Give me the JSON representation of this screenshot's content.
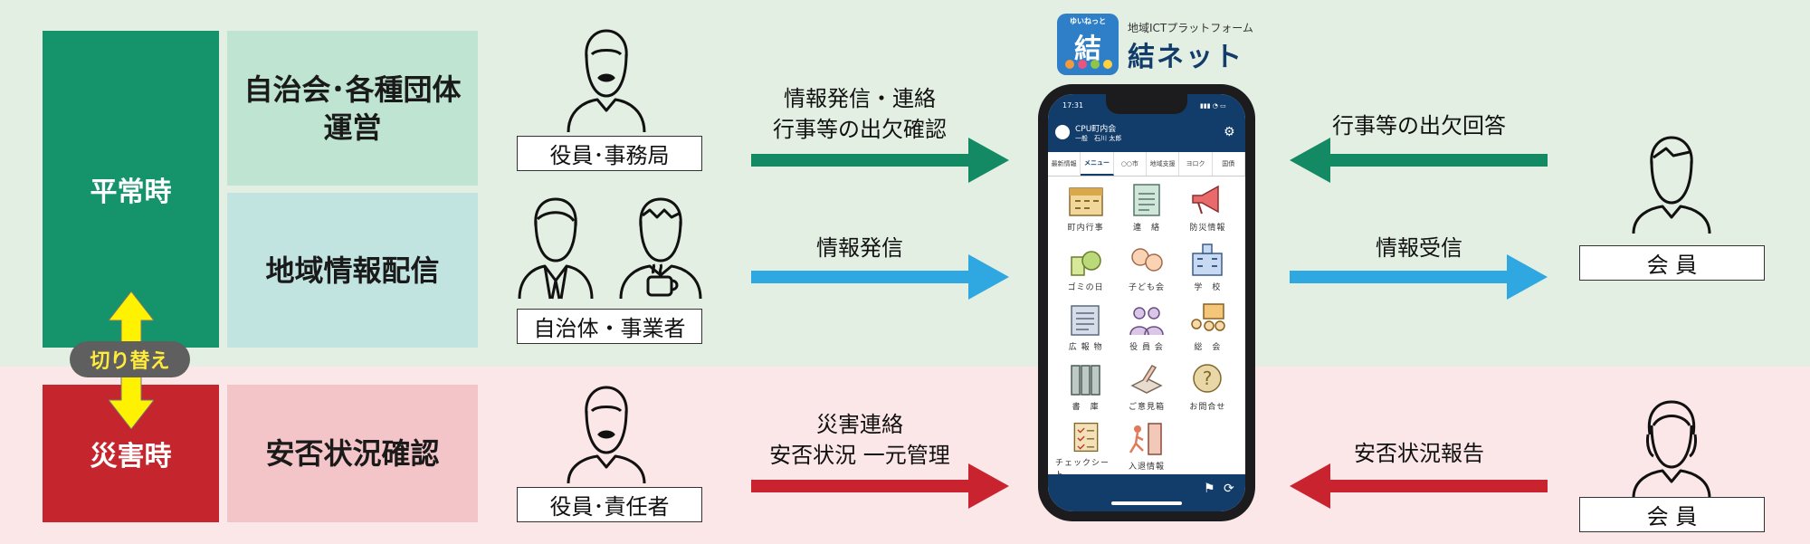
{
  "modes": {
    "normal": "平常時",
    "disaster": "災害時",
    "switch": "切り替え"
  },
  "functions": {
    "org_line1": "自治会･各種団体",
    "org_line2": "運営",
    "info_delivery": "地域情報配信",
    "safety_check": "安否状況確認"
  },
  "roles": {
    "officer_office": "役員･事務局",
    "gov_business": "自治体・事業者",
    "officer_responsible": "役員･責任者",
    "member_top": "会 員",
    "member_bottom": "会 員"
  },
  "flows": {
    "left1_line1": "情報発信・連絡",
    "left1_line2": "行事等の出欠確認",
    "left2": "情報発信",
    "left3_line1": "災害連絡",
    "left3_line2": "安否状況 一元管理",
    "right1": "行事等の出欠回答",
    "right2": "情報受信",
    "right3": "安否状況報告"
  },
  "logo": {
    "tagline": "地域ICTプラットフォーム",
    "name": "結ネット",
    "badge_small": "ゆいねっと",
    "badge_char": "結"
  },
  "phone": {
    "time": "17:31",
    "org": "CPU町内会",
    "user": "一般　石川 太郎",
    "tabs": [
      "最新情報",
      "メニュー",
      "○○市",
      "地域支援",
      "ヨロク",
      "国債"
    ],
    "menu": [
      {
        "label": "町内行事",
        "icon": "calendar-icon"
      },
      {
        "label": "連　絡",
        "icon": "notepad-icon"
      },
      {
        "label": "防災情報",
        "icon": "megaphone-icon"
      },
      {
        "label": "ゴミの日",
        "icon": "trash-icon"
      },
      {
        "label": "子ども会",
        "icon": "children-icon"
      },
      {
        "label": "学　校",
        "icon": "school-icon"
      },
      {
        "label": "広 報 物",
        "icon": "newspaper-icon"
      },
      {
        "label": "役 員 会",
        "icon": "people-icon"
      },
      {
        "label": "総　会",
        "icon": "meeting-icon"
      },
      {
        "label": "書　庫",
        "icon": "binders-icon"
      },
      {
        "label": "ご意見箱",
        "icon": "suggestion-box-icon"
      },
      {
        "label": "お問合せ",
        "icon": "question-icon"
      },
      {
        "label": "チェックシート",
        "icon": "checklist-icon"
      },
      {
        "label": "入退情報",
        "icon": "exit-icon"
      }
    ]
  },
  "colors": {
    "green": "#138a63",
    "blue": "#2fa7e1",
    "red": "#c8232f",
    "mode_green": "#15936a",
    "mode_red": "#c5262d",
    "func_green": "#bfe4d1",
    "func_teal": "#c1e4e1",
    "func_pink": "#f3c5c9",
    "switch_yellow": "#fff200"
  }
}
